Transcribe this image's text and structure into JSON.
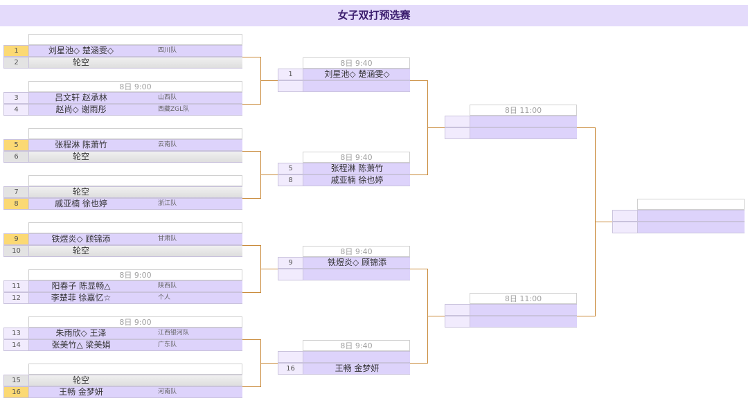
{
  "title": "女子双打预选赛",
  "colors": {
    "header_bg": "#e4dbfb",
    "row_bg": "#ddd3fb",
    "seed_top": "#fbd974",
    "connector": "#c98a3a"
  },
  "rounds": [
    {
      "matches": [
        {
          "time": "",
          "rows": [
            {
              "seed": "1",
              "name": "刘星池◇ 楚涵雯◇",
              "team": "四川队",
              "top": true
            },
            {
              "seed": "2",
              "name": "轮空",
              "bye": true
            }
          ]
        },
        {
          "time": "8日 9:00",
          "rows": [
            {
              "seed": "3",
              "name": "吕文轩 赵承林",
              "team": "山西队"
            },
            {
              "seed": "4",
              "name": "赵尚◇ 谢雨彤",
              "team": "西藏ZGL队"
            }
          ]
        },
        {
          "time": "",
          "rows": [
            {
              "seed": "5",
              "name": "张程淋 陈萧竹",
              "team": "云南队",
              "top": true
            },
            {
              "seed": "6",
              "name": "轮空",
              "bye": true
            }
          ]
        },
        {
          "time": "",
          "rows": [
            {
              "seed": "7",
              "name": "轮空",
              "bye": true
            },
            {
              "seed": "8",
              "name": "戚亚楠 徐也婷",
              "team": "浙江队",
              "top": true
            }
          ]
        },
        {
          "time": "",
          "rows": [
            {
              "seed": "9",
              "name": "铁煜炎◇ 顾锦添",
              "team": "甘肃队",
              "top": true
            },
            {
              "seed": "10",
              "name": "轮空",
              "bye": true
            }
          ]
        },
        {
          "time": "8日 9:00",
          "rows": [
            {
              "seed": "11",
              "name": "阳春子 陈显畅△",
              "team": "陕西队"
            },
            {
              "seed": "12",
              "name": "李楚菲 徐嘉忆☆",
              "team": "个人"
            }
          ]
        },
        {
          "time": "8日 9:00",
          "rows": [
            {
              "seed": "13",
              "name": "朱雨欣◇ 王泽",
              "team": "江西银河队"
            },
            {
              "seed": "14",
              "name": "张美竹△ 梁美娟",
              "team": "广东队"
            }
          ]
        },
        {
          "time": "",
          "rows": [
            {
              "seed": "15",
              "name": "轮空",
              "bye": true
            },
            {
              "seed": "16",
              "name": "王畅 金梦妍",
              "team": "河南队",
              "top": true
            }
          ]
        }
      ]
    },
    {
      "matches": [
        {
          "time": "8日 9:40",
          "rows": [
            {
              "seed": "1",
              "name": "刘星池◇ 楚涵雯◇"
            },
            {
              "seed": "",
              "name": ""
            }
          ]
        },
        {
          "time": "8日 9:40",
          "rows": [
            {
              "seed": "5",
              "name": "张程淋 陈萧竹"
            },
            {
              "seed": "8",
              "name": "戚亚楠 徐也婷"
            }
          ]
        },
        {
          "time": "8日 9:40",
          "rows": [
            {
              "seed": "9",
              "name": "铁煜炎◇ 顾锦添"
            },
            {
              "seed": "",
              "name": ""
            }
          ]
        },
        {
          "time": "8日 9:40",
          "rows": [
            {
              "seed": "",
              "name": ""
            },
            {
              "seed": "16",
              "name": "王畅 金梦妍"
            }
          ]
        }
      ]
    },
    {
      "matches": [
        {
          "time": "8日 11:00",
          "rows": [
            {
              "seed": "",
              "name": ""
            },
            {
              "seed": "",
              "name": ""
            }
          ]
        },
        {
          "time": "8日 11:00",
          "rows": [
            {
              "seed": "",
              "name": ""
            },
            {
              "seed": "",
              "name": ""
            }
          ]
        }
      ]
    },
    {
      "matches": [
        {
          "time": "",
          "rows": [
            {
              "seed": "",
              "name": ""
            },
            {
              "seed": "",
              "name": ""
            }
          ]
        }
      ]
    }
  ]
}
